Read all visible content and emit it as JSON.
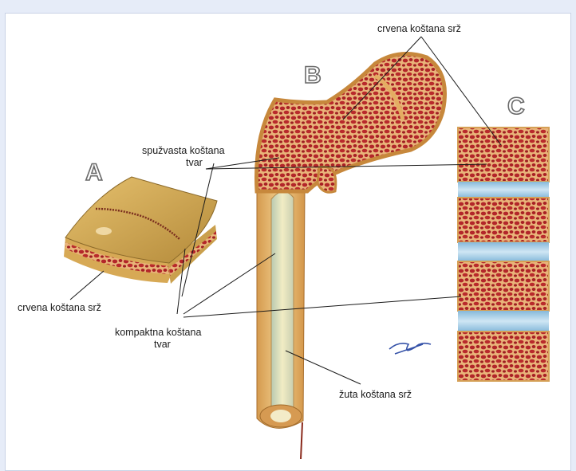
{
  "panels": {
    "a": "A",
    "b": "B",
    "c": "C"
  },
  "labels": {
    "red_marrow_top": "crvena koštana srž",
    "spongy_line1": "spužvasta koštana",
    "spongy_line2": "tvar",
    "red_marrow_left": "crvena koštana srž",
    "compact_line1": "kompaktna koštana",
    "compact_line2": "tvar",
    "yellow_marrow": "žuta koštana srž"
  },
  "colors": {
    "background": "#e6ecf8",
    "marrow_red": "#b2282a",
    "bone_tan": "#e8b86a",
    "cartilage_blue": "#a7cfe6"
  }
}
